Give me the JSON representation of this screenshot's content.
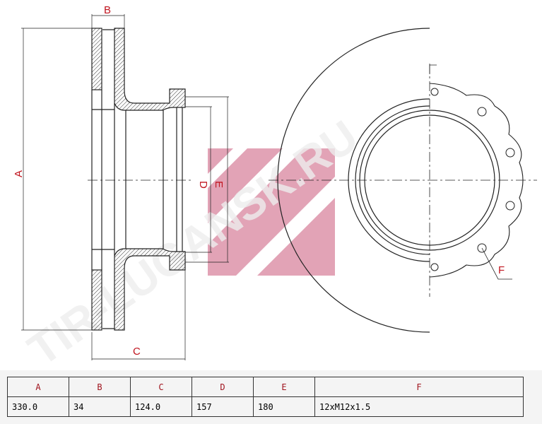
{
  "watermark": "TIR-LUGANSK.RU",
  "labels": {
    "a": "A",
    "b": "B",
    "c": "C",
    "d": "D",
    "e": "E",
    "f": "F"
  },
  "table": {
    "headers": [
      "A",
      "B",
      "C",
      "D",
      "E",
      "F"
    ],
    "values": [
      "330.0",
      "34",
      "124.0",
      "157",
      "180",
      "12xM12x1.5"
    ]
  },
  "colors": {
    "label": "#c0141e",
    "logo": "#d9859e"
  }
}
